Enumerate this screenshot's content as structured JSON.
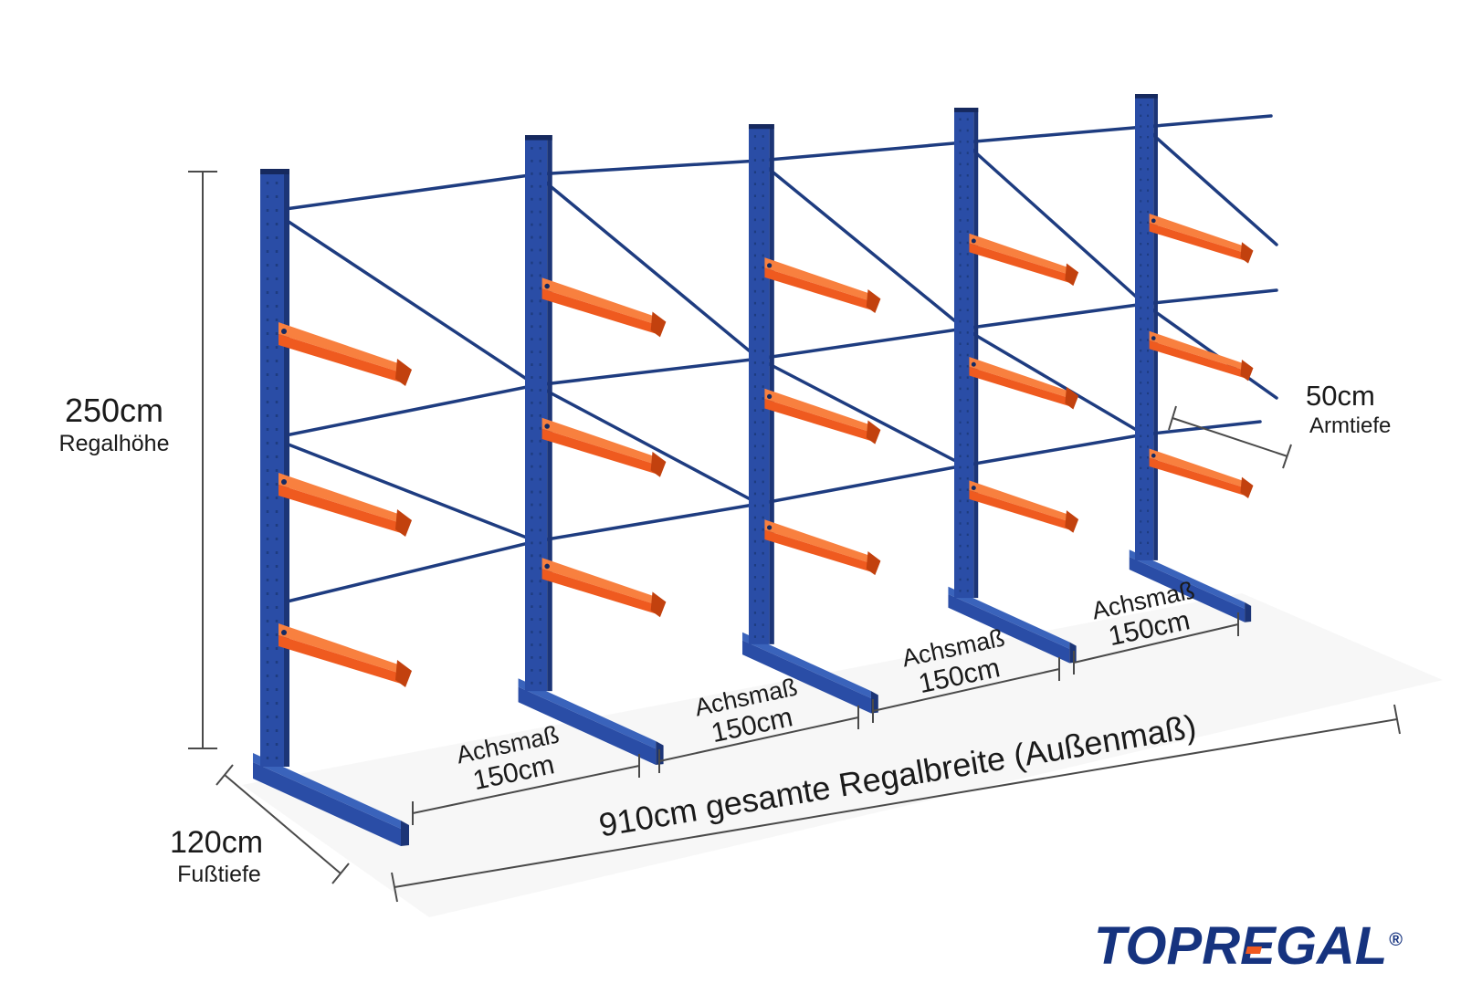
{
  "rack": {
    "uprights_count": 5,
    "arm_levels_per_upright": 3
  },
  "colors": {
    "rack_blue": "#2a4da6",
    "rack_blue_light": "#3a63bb",
    "rack_blue_dark": "#1c3577",
    "brace_blue": "#1e3c80",
    "arm_orange": "#ef5a1f",
    "arm_orange_light": "#f8803f",
    "arm_orange_dark": "#c2410e",
    "dimension_line": "#4a4a4a",
    "text": "#1a1a1a",
    "logo_blue": "#16337f",
    "logo_accent": "#f0591f",
    "floor_shade": "#f0f0f0"
  },
  "dimensions": {
    "height": {
      "value": "250cm",
      "label": "Regalhöhe"
    },
    "foot_depth": {
      "value": "120cm",
      "label": "Fußtiefe"
    },
    "arm_depth": {
      "value": "50cm",
      "label": "Armtiefe"
    },
    "axis_spacing": {
      "label": "Achsmaß",
      "value": "150cm"
    },
    "total_width": {
      "label": "910cm gesamte Regalbreite  (Außenmaß)"
    }
  },
  "logo": {
    "part1": "TOPR",
    "letter_e": "E",
    "part2": "GAL",
    "registered": "®"
  }
}
